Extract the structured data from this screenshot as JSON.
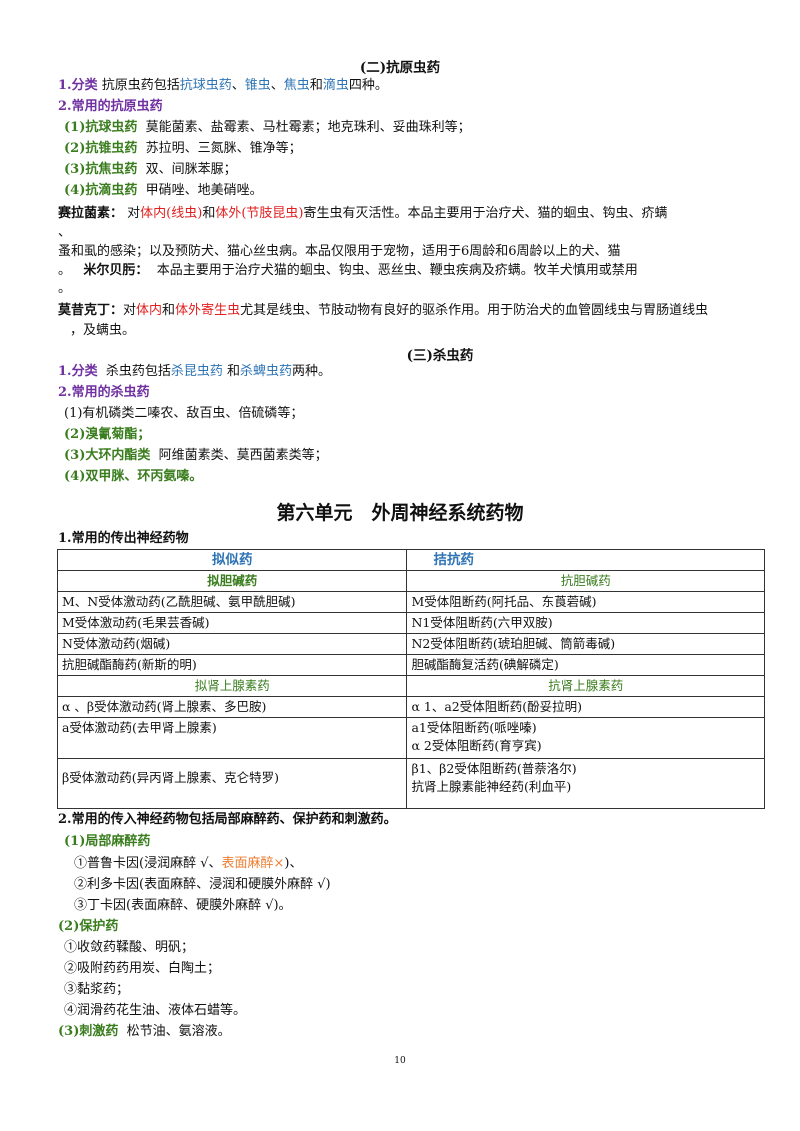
{
  "s2": {
    "title": "(二)抗原虫药",
    "cls_label": "1.分类",
    "cls_text_a": "抗原虫药包括",
    "cls_t1": "抗球虫药",
    "sep1": "、",
    "cls_t2": "锥虫",
    "sep2": "、",
    "cls_t3": "焦虫",
    "cls_and": "和",
    "cls_t4": "滴虫",
    "cls_end": "四种。",
    "common_label": "2.常用的抗原虫药",
    "items": [
      {
        "label": "(1)抗球虫药",
        "text": "莫能菌素、盐霉素、马杜霉素；地克珠利、妥曲珠利等；"
      },
      {
        "label": "(2)抗锥虫药",
        "text": "苏拉明、三氮脒、锥净等；"
      },
      {
        "label": "(3)抗焦虫药",
        "text": "双、间脒苯脲；"
      },
      {
        "label": "(4)抗滴虫药",
        "text": "甲硝唑、地美硝唑。"
      }
    ],
    "selamectin": {
      "name": "赛拉菌素：",
      "t1": "对",
      "r1": "体内(线虫)",
      "t2": "和",
      "r2": "体外(节肢昆虫)",
      "t3": "寄生虫有灭活性。本品主要用于治疗犬、猫的蛔虫、钩虫、疥螨",
      "t4": "、",
      "t5": "蚤和虱的感染；以及预防犬、猫心丝虫病。本品仅限用于宠物，适用于6周龄和6周龄以上的犬、猫",
      "t6": "。",
      "milbe_name": "米尔贝肟：",
      "milbe_text": "本品主要用于治疗犬猫的蛔虫、钩虫、恶丝虫、鞭虫疾病及疥螨。牧羊犬慎用或禁用",
      "t7": "。"
    },
    "moxidectin": {
      "name": "莫昔克丁：",
      "t1": "对",
      "r1": "体内",
      "t2": "和",
      "r2": "体外寄生虫",
      "t3": "尤其是线虫、节肢动物有良好的驱杀作用。用于防治犬的血管圆线虫与胃肠道线虫",
      "t4": "，及螨虫。"
    }
  },
  "s3": {
    "title": "(三)杀虫药",
    "cls_label": "1.分类",
    "cls_text_a": "杀虫药包括",
    "cls_t1": "杀昆虫药",
    "cls_and": "和",
    "cls_t2": "杀蜱虫药",
    "cls_end": "两种。",
    "common_label": "2.常用的杀虫药",
    "item1": "(1)有机磷类二嗪农、敌百虫、倍硫磷等；",
    "item2": "(2)溴氰菊酯；",
    "item3_label": "(3)大环内酯类",
    "item3_text": "阿维菌素类、莫西菌素类等；",
    "item4": "(4)双甲脒、环丙氨嗪。"
  },
  "unit6": {
    "title": "第六单元　外周神经系统药物",
    "efferent_title": "1.常用的传出神经药物",
    "table": {
      "head_left": "拟似药",
      "head_right": "拮抗药",
      "sub1_left": "拟胆碱药",
      "sub1_right": "抗胆碱药",
      "rows1": [
        [
          "M、N受体激动药(乙酰胆碱、氨甲酰胆碱)",
          "M受体阻断药(阿托品、东莨菪碱)"
        ],
        [
          "M受体激动药(毛果芸香碱)",
          "N1受体阻断药(六甲双胺)"
        ],
        [
          "N受体激动药(烟碱)",
          "N2受体阻断药(琥珀胆碱、筒箭毒碱)"
        ],
        [
          "抗胆碱酯酶药(新斯的明)",
          "胆碱酯酶复活药(碘解磷定)"
        ]
      ],
      "sub2_left": "拟肾上腺素药",
      "sub2_right": "抗肾上腺素药",
      "r5_left": "α 、β受体激动药(肾上腺素、多巴胺)",
      "r5_right": "α 1、a2受体阻断药(酚妥拉明)",
      "r6_left": "a受体激动药(去甲肾上腺素)",
      "r6_right_1": "a1受体阻断药(哌唑嗪)",
      "r6_right_2": "α 2受体阻断药(育亨宾)",
      "r7_left": "β受体激动药(异丙肾上腺素、克仑特罗)",
      "r7_right_1": "β1、β2受体阻断药(普萘洛尔)",
      "r7_right_2": "抗肾上腺素能神经药(利血平)"
    },
    "afferent_title": "2.常用的传入神经药物包括局部麻醉药、保护药和刺激药。",
    "local": {
      "label": "(1)局部麻醉药",
      "i1_a": "①普鲁卡因(浸润麻醉 √、",
      "i1_b": "表面麻醉×",
      "i1_c": ")、",
      "i2": "②利多卡因(表面麻醉、浸润和硬膜外麻醉 √)",
      "i3": "③丁卡因(表面麻醉、硬膜外麻醉 √)。"
    },
    "protect": {
      "label": "(2)保护药",
      "items": [
        "①收敛药鞣酸、明矾；",
        "②吸附药药用炭、白陶土；",
        "③黏浆药；",
        "④润滑药花生油、液体石蜡等。"
      ]
    },
    "stim": {
      "label": "(3)刺激药",
      "text": "松节油、氨溶液。"
    }
  },
  "page_number": "10"
}
